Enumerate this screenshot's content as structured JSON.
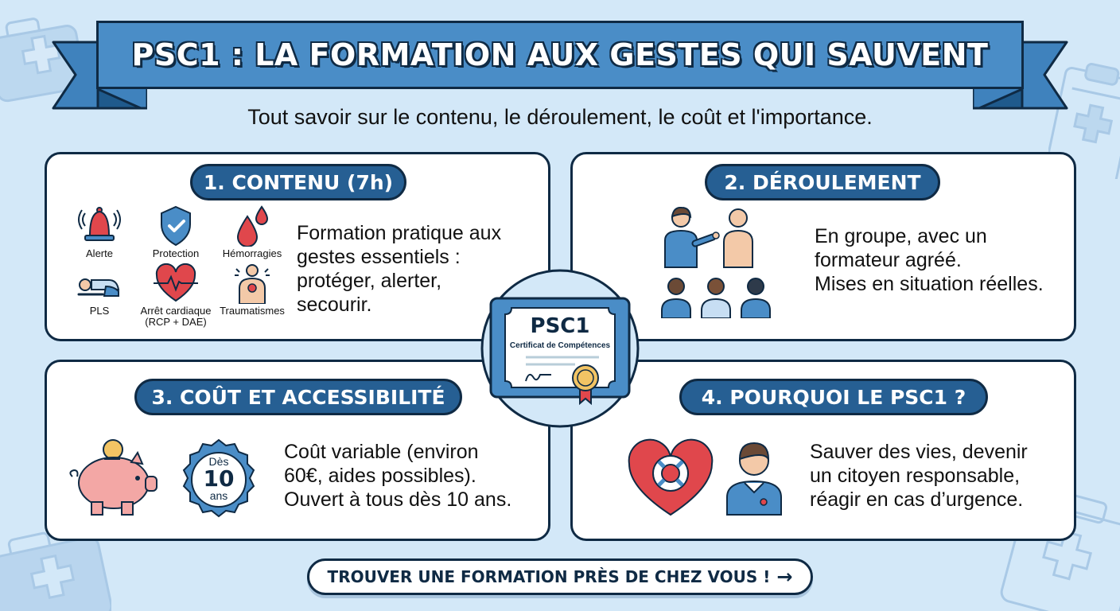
{
  "header": {
    "title": "PSC1 : LA FORMATION AUX GESTES QUI SAUVENT",
    "subtitle": "Tout savoir sur le contenu, le déroulement, le coût et l'importance."
  },
  "cards": [
    {
      "title": "1. CONTENU (7h)",
      "icons": [
        {
          "name": "bell-alert-icon",
          "label": "Alerte"
        },
        {
          "name": "shield-check-icon",
          "label": "Protection"
        },
        {
          "name": "blood-drops-icon",
          "label": "Hémorragies"
        },
        {
          "name": "recovery-position-icon",
          "label": "PLS"
        },
        {
          "name": "heart-pulse-icon",
          "label": "Arrêt cardiaque\n(RCP + DAE)"
        },
        {
          "name": "trauma-body-icon",
          "label": "Traumatismes"
        }
      ],
      "text_lines": [
        "Formation pratique aux",
        "gestes essentiels :",
        "protéger, alerter,",
        "secourir."
      ]
    },
    {
      "title": "2. DÉROULEMENT",
      "icon": "trainer-group-icon",
      "text_lines": [
        "En groupe, avec un",
        "formateur agréé.",
        "Mises en situation réelles."
      ]
    },
    {
      "title": "3. COÛT ET ACCESSIBILITÉ",
      "icons": [
        {
          "name": "piggy-bank-icon"
        },
        {
          "name": "age-badge-icon",
          "lines": [
            "Dès",
            "10",
            "ans"
          ]
        }
      ],
      "text_lines": [
        "Coût variable (environ",
        "60€, aides possibles).",
        "Ouvert à tous dès 10 ans."
      ]
    },
    {
      "title": "4. POURQUOI LE PSC1 ?",
      "icons": [
        {
          "name": "heart-lifebuoy-icon"
        },
        {
          "name": "citizen-icon"
        }
      ],
      "text_lines": [
        "Sauver des vies, devenir",
        "un citoyen responsable,",
        "réagir en cas d’urgence."
      ]
    }
  ],
  "certificate": {
    "title": "PSC1",
    "subtitle": "Certificat de Compétences"
  },
  "cta": {
    "label": "TROUVER UNE FORMATION PRÈS DE CHEZ VOUS !",
    "arrow": "→"
  },
  "colors": {
    "background": "#d3e8f8",
    "ribbon_blue": "#4a8dc7",
    "pill_blue": "#265f93",
    "outline": "#0f2a44",
    "red": "#e0474c",
    "gold": "#f2c464"
  }
}
